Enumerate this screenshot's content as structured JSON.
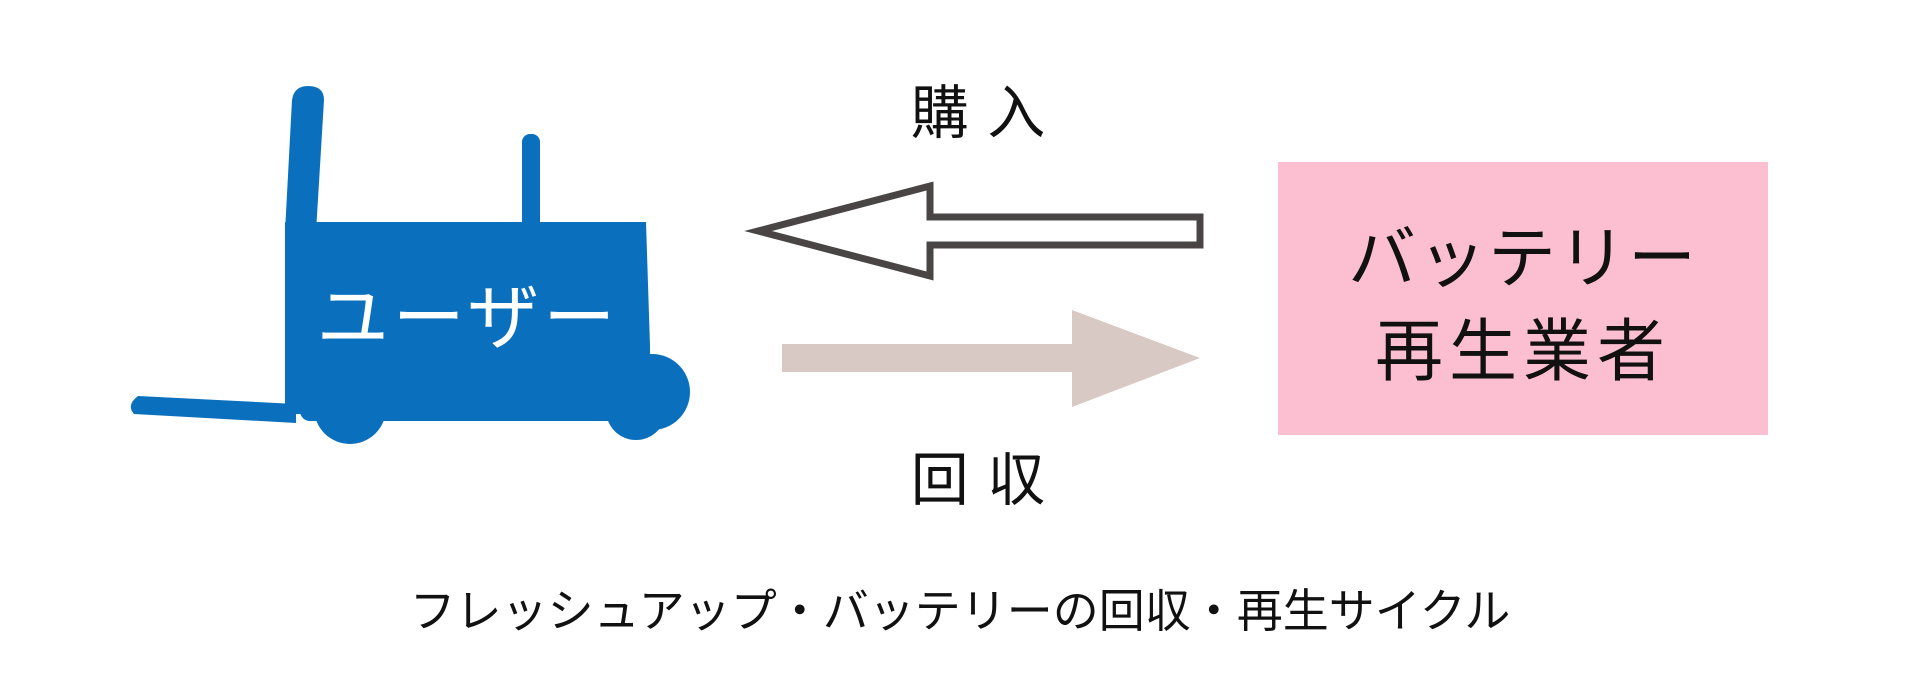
{
  "diagram": {
    "user_label": "ユーザー",
    "recycler_label_line1": "バッテリー",
    "recycler_label_line2": "再生業者",
    "purchase_label": "購 入",
    "collection_label": "回 収",
    "caption": "フレッシュアップ・バッテリーの回収・再生サイクル"
  },
  "colors": {
    "user_blue": "#0a70be",
    "recycler_pink": "#fcbfd2",
    "purchase_arrow_stroke": "#4a4545",
    "collection_arrow_fill": "#d8c9c4",
    "text": "#111111"
  }
}
